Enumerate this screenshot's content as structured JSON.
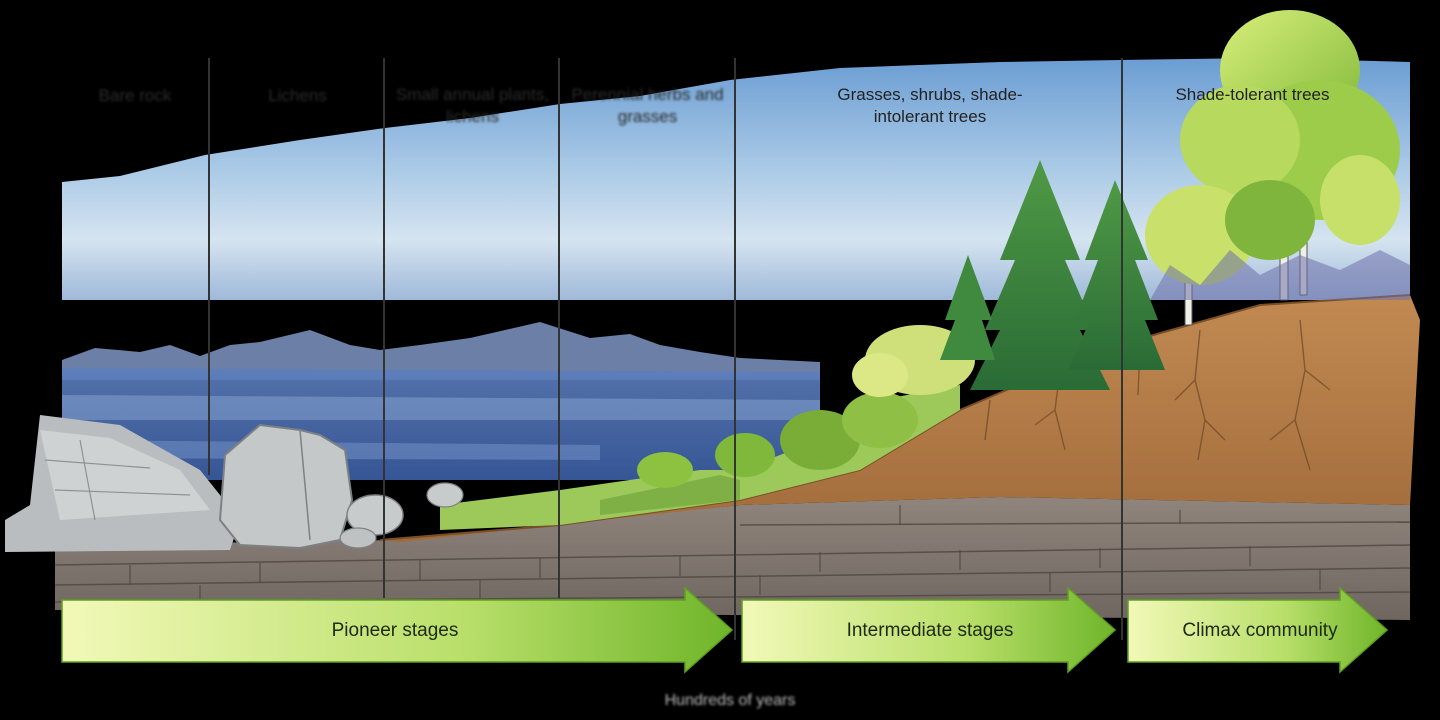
{
  "stages": [
    {
      "id": "bare-rock",
      "label": "Bare rock",
      "legible": false
    },
    {
      "id": "lichens",
      "label": "Lichens",
      "legible": false
    },
    {
      "id": "small-annual-plants",
      "label": "Small annual plants, lichens",
      "legible": false
    },
    {
      "id": "perennial-herbs",
      "label": "Perennial herbs and grasses",
      "legible": false
    },
    {
      "id": "grasses-shrubs",
      "label": "Grasses, shrubs, shade-intolerant trees",
      "legible": true
    },
    {
      "id": "shade-tolerant",
      "label": "Shade-tolerant trees",
      "legible": true
    }
  ],
  "arrows": [
    {
      "id": "pioneer",
      "label": "Pioneer stages"
    },
    {
      "id": "intermediate",
      "label": "Intermediate stages"
    },
    {
      "id": "climax",
      "label": "Climax community"
    }
  ],
  "time_axis_label": "Hundreds of years",
  "colors": {
    "background": "#000000",
    "sky_top": "#4f86c6",
    "sky_bottom": "#cfe0ef",
    "soil": "#b07a45",
    "bedrock": "#8a7f78",
    "arrow_light": "#eef7a8",
    "arrow_dark": "#6fb52a"
  }
}
